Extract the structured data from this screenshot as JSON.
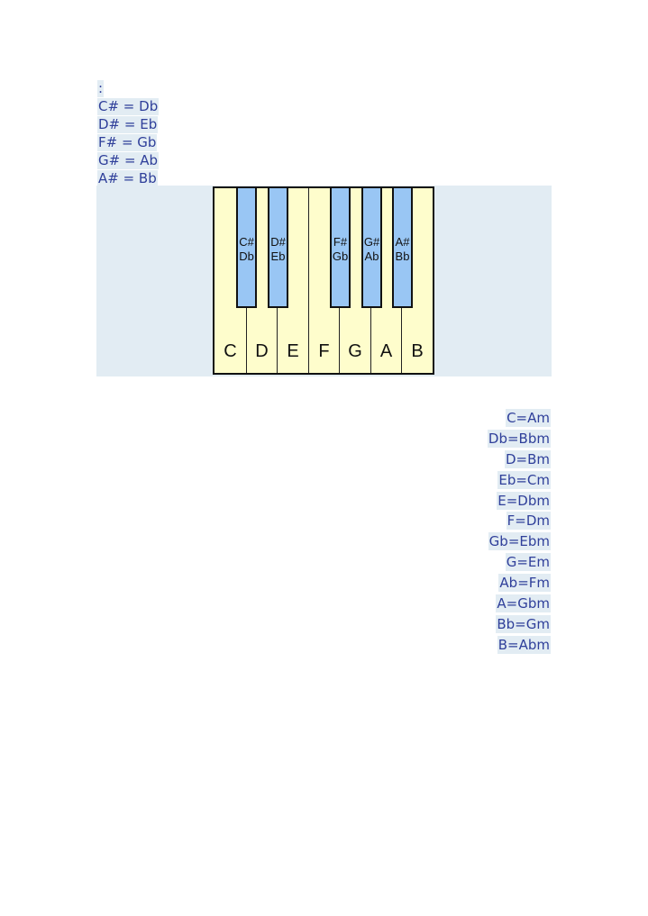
{
  "enharmonics": {
    "header": ":",
    "items": [
      "C# = Db",
      "D# = Eb",
      "F# = Gb",
      "G# = Ab",
      "A# = Bb"
    ]
  },
  "keyboard": {
    "white_keys": [
      "C",
      "D",
      "E",
      "F",
      "G",
      "A",
      "B"
    ],
    "black_keys": [
      {
        "sharp": "C#",
        "flat": "Db"
      },
      {
        "sharp": "D#",
        "flat": "Eb"
      },
      {
        "sharp": "F#",
        "flat": "Gb"
      },
      {
        "sharp": "G#",
        "flat": "Ab"
      },
      {
        "sharp": "A#",
        "flat": "Bb"
      }
    ],
    "colors": {
      "white_key": "#fefdcc",
      "black_key": "#99c6f4",
      "panel": "#e2ecf3",
      "text": "#2f3f9a"
    }
  },
  "relative_minors": [
    "C=Am",
    "Db=Bbm",
    "D=Bm",
    "Eb=Cm",
    "E=Dbm",
    "F=Dm",
    "Gb=Ebm",
    "G=Em",
    "Ab=Fm",
    "A=Gbm",
    "Bb=Gm",
    "B=Abm"
  ]
}
